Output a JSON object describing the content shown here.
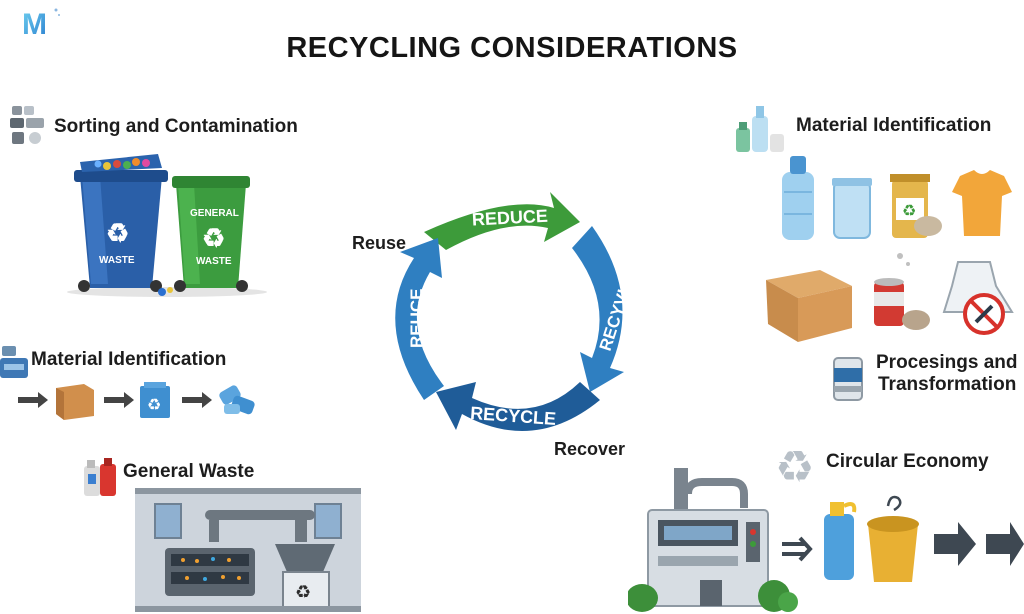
{
  "title": "RECYCLING CONSIDERATIONS",
  "logo_letter": "M",
  "colors": {
    "green": "#3d9b3a",
    "blue": "#2f7fc1",
    "dark_blue": "#1f5c98",
    "gray": "#4a4a4a"
  },
  "left": {
    "sorting": {
      "label": "Sorting and Contamination",
      "bin_blue_text": "WASTE",
      "bin_green_line1": "GENERAL",
      "bin_green_line2": "WASTE"
    },
    "material_identification": {
      "label": "Material Identification"
    },
    "general_waste": {
      "label": "General Waste"
    }
  },
  "cycle": {
    "arrows": [
      "REDUCE",
      "RECYVLE",
      "RECYCLE",
      "REUCE"
    ],
    "labels": {
      "reuse": "Reuse",
      "recover": "Recover"
    }
  },
  "right": {
    "material_identification": {
      "label": "Material Identification"
    },
    "processing": {
      "label_line1": "Procesings and",
      "label_line2": "Transformation"
    },
    "circular_economy": {
      "label": "Circular Economy"
    }
  }
}
